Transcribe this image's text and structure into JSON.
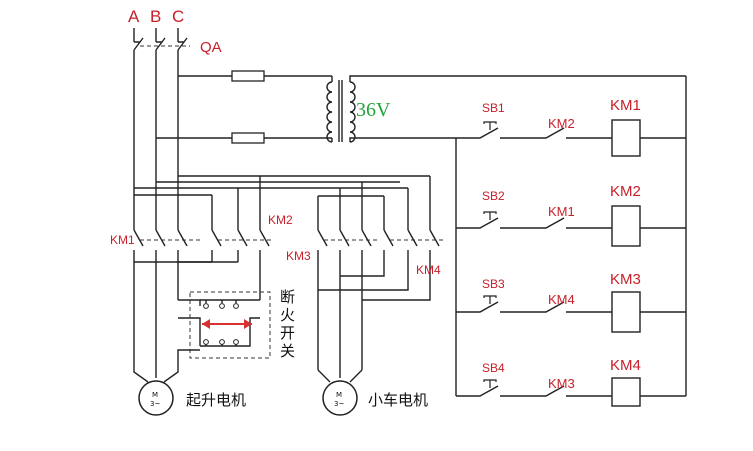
{
  "phases": [
    "A",
    "B",
    "C"
  ],
  "breaker_label": "QA",
  "transformer_voltage": "36V",
  "contactor_labels": {
    "hoist": "KM1",
    "hoist_reverse": "KM2",
    "trolley": "KM3",
    "trolley_reverse": "KM4"
  },
  "switch_label_lines": [
    "断",
    "火",
    "开",
    "关"
  ],
  "motors": {
    "hoist": {
      "label": "起升电机",
      "symbol_top": "M",
      "symbol_bottom": "3~"
    },
    "trolley": {
      "label": "小车电机",
      "symbol_top": "M",
      "symbol_bottom": "3~"
    }
  },
  "control_rungs": [
    {
      "button": "SB1",
      "interlock": "KM2",
      "coil": "KM1"
    },
    {
      "button": "SB2",
      "interlock": "KM1",
      "coil": "KM2"
    },
    {
      "button": "SB3",
      "interlock": "KM4",
      "coil": "KM3"
    },
    {
      "button": "SB4",
      "interlock": "KM3",
      "coil": "KM4"
    }
  ],
  "colors": {
    "label_red": "#c8202a",
    "voltage_green": "#21a53a",
    "wire": "#222222"
  }
}
